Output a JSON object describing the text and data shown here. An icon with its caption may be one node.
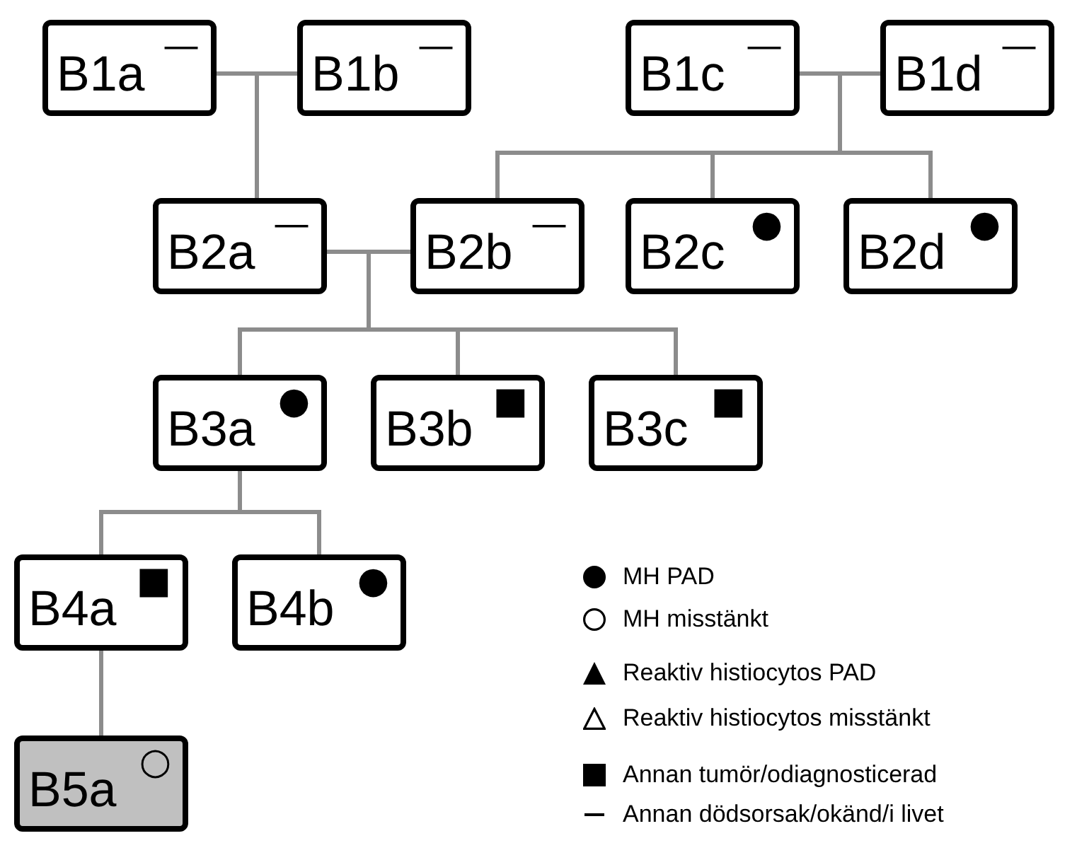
{
  "diagram": {
    "nodes": [
      {
        "text": [
          "B1a",
          "—"
        ]
      },
      {
        "text": [
          "B1b",
          "—"
        ]
      },
      {
        "text": [
          "B1c",
          "—"
        ]
      },
      {
        "text": [
          "B1d",
          "—"
        ]
      },
      {
        "text": [
          "B2a",
          "—"
        ]
      },
      {
        "text": [
          "B2b",
          "—"
        ]
      },
      {
        "text": [
          "B2c",
          "●"
        ]
      },
      {
        "text": [
          "B2d",
          "●"
        ]
      },
      {
        "text": [
          "B3a",
          "●"
        ]
      },
      {
        "text": [
          "B3b",
          "■"
        ]
      },
      {
        "text": [
          "B3c",
          "■"
        ]
      },
      {
        "text": [
          "B4a",
          "■"
        ]
      },
      {
        "text": [
          "B4b",
          "●"
        ]
      },
      {
        "text": [
          "B5a",
          "○"
        ]
      }
    ],
    "edges": [
      {
        "from": 0,
        "to": 1,
        "arrow": "none"
      },
      {
        "from": 0,
        "to": 4,
        "arrow": "none"
      },
      {
        "from": 1,
        "to": 4,
        "arrow": "none"
      },
      {
        "from": 2,
        "to": 3,
        "arrow": "none"
      },
      {
        "from": 2,
        "to": 5,
        "arrow": "none"
      },
      {
        "from": 3,
        "to": 5,
        "arrow": "none"
      },
      {
        "from": 2,
        "to": 6,
        "arrow": "none"
      },
      {
        "from": 3,
        "to": 6,
        "arrow": "none"
      },
      {
        "from": 2,
        "to": 7,
        "arrow": "none"
      },
      {
        "from": 3,
        "to": 7,
        "arrow": "none"
      },
      {
        "from": 4,
        "to": 5,
        "arrow": "none"
      },
      {
        "from": 4,
        "to": 8,
        "arrow": "none"
      },
      {
        "from": 5,
        "to": 8,
        "arrow": "none"
      },
      {
        "from": 4,
        "to": 9,
        "arrow": "none"
      },
      {
        "from": 5,
        "to": 9,
        "arrow": "none"
      },
      {
        "from": 4,
        "to": 10,
        "arrow": "none"
      },
      {
        "from": 5,
        "to": 10,
        "arrow": "none"
      },
      {
        "from": 8,
        "to": 11,
        "arrow": "none"
      },
      {
        "from": 8,
        "to": 12,
        "arrow": "none"
      },
      {
        "from": 11,
        "to": 13,
        "arrow": "none"
      }
    ],
    "legend": [
      {
        "text": "MH PAD"
      },
      {
        "text": "MH misstänkt"
      },
      {
        "text": "Reaktiv histiocytos PAD"
      },
      {
        "text": "Reaktiv histiocytos misstänkt"
      },
      {
        "text": "Annan tumör/odiagnosticerad"
      },
      {
        "text": "Annan dödsorsak/okänd/i livet"
      }
    ]
  }
}
